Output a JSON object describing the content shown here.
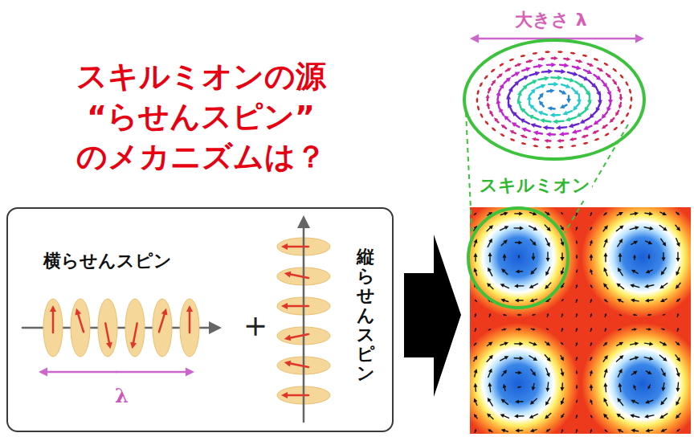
{
  "diagram": {
    "title": "スキルミオンの源 “らせんスピン” のメカニズムは？",
    "nodes": [
      {
        "text": [
          "横らせんスピン",
          "λ",
          "＋",
          "縦らせんスピン"
        ]
      }
    ],
    "labels": [
      "大きさ λ",
      "スキルミオン"
    ]
  }
}
